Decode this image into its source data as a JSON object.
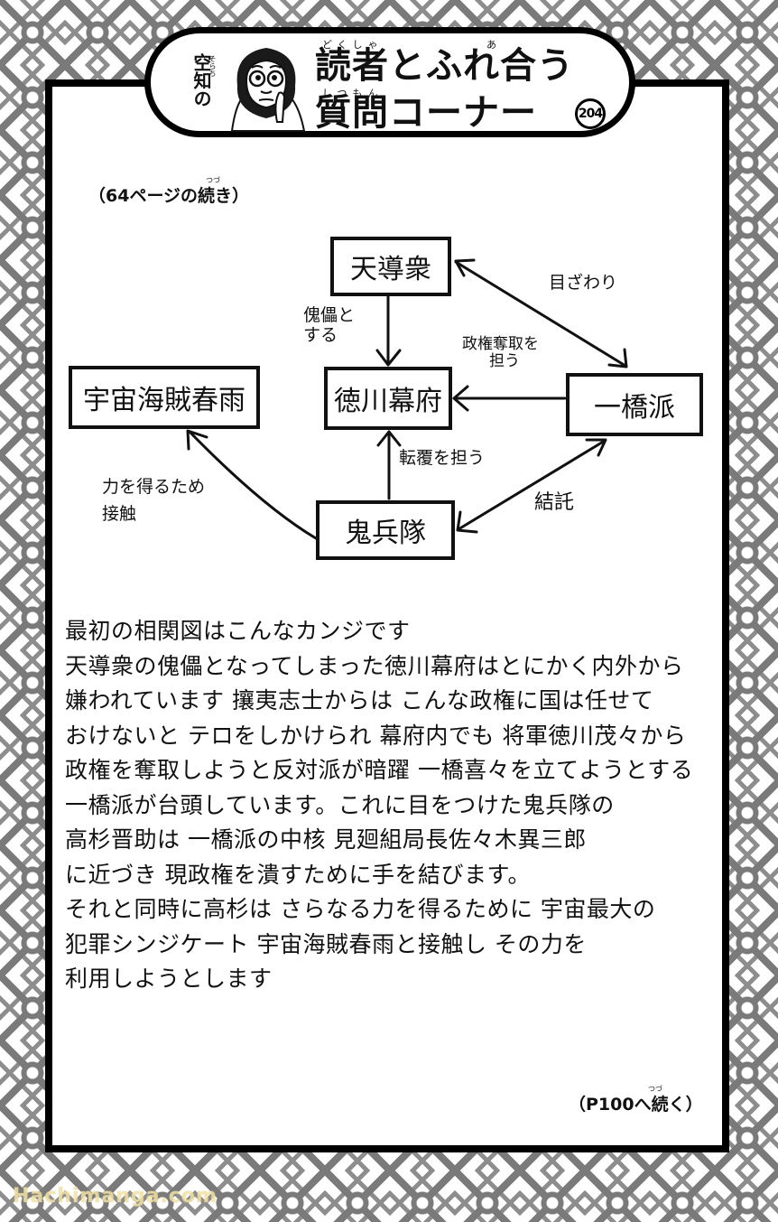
{
  "header": {
    "author_label": "空知の",
    "author_ruby": "そらち",
    "title_line1": "読者とふれ合う",
    "title_line1_ruby_a": "どくしゃ",
    "title_line1_ruby_b": "あ",
    "title_line2": "質問コーナー",
    "title_line2_ruby": "しつもん",
    "number": "204",
    "mascot_icon": "gorilla-face-icon"
  },
  "continued_from": {
    "text": "（64ページの続き）",
    "ruby": "つづ"
  },
  "diagram": {
    "nodes": [
      {
        "id": "tendoshu",
        "label": "天導衆"
      },
      {
        "id": "bakufu",
        "label": "徳川幕府"
      },
      {
        "id": "harusame",
        "label": "宇宙海賊春雨"
      },
      {
        "id": "hitotsubashi",
        "label": "一橋派"
      },
      {
        "id": "kiheitai",
        "label": "鬼兵隊"
      }
    ],
    "edges": [
      {
        "from": "tendoshu",
        "to": "bakufu",
        "label_line1": "傀儡と",
        "label_line2": "する"
      },
      {
        "from": "tendoshu",
        "to": "hitotsubashi",
        "label_line1": "目ざわり",
        "label_line2": "",
        "bidirectional": true
      },
      {
        "from": "hitotsubashi",
        "to": "bakufu",
        "label_line1": "政権奪取を",
        "label_line2": "担う"
      },
      {
        "from": "kiheitai",
        "to": "bakufu",
        "label_line1": "転覆を担う",
        "label_line2": ""
      },
      {
        "from": "kiheitai",
        "to": "harusame",
        "label_line1": "力を得るため",
        "label_line2": "接触"
      },
      {
        "from": "kiheitai",
        "to": "hitotsubashi",
        "label_line1": "結託",
        "label_line2": "",
        "bidirectional": true
      }
    ]
  },
  "body": {
    "lines": [
      "最初の相関図はこんなカンジです",
      "天導衆の傀儡となってしまった徳川幕府はとにかく内外から",
      "嫌われています 攘夷志士からは こんな政権に国は任せて",
      "おけないと テロをしかけられ 幕府内でも 将軍徳川茂々から",
      "政権を奪取しようと反対派が暗躍 一橋喜々を立てようとする",
      "一橋派が台頭しています。これに目をつけた鬼兵隊の",
      "高杉晋助は 一橋派の中核 見廻組局長佐々木異三郎",
      "に近づき 現政権を潰すために手を結びます。",
      "それと同時に高杉は さらなる力を得るために 宇宙最大の",
      "犯罪シンジケート 宇宙海賊春雨と接触し その力を",
      "利用しようとします"
    ]
  },
  "continued_to": {
    "text": "（P100へ続く）",
    "ruby": "つづ"
  },
  "watermark": {
    "text": "Hachimanga.com"
  }
}
